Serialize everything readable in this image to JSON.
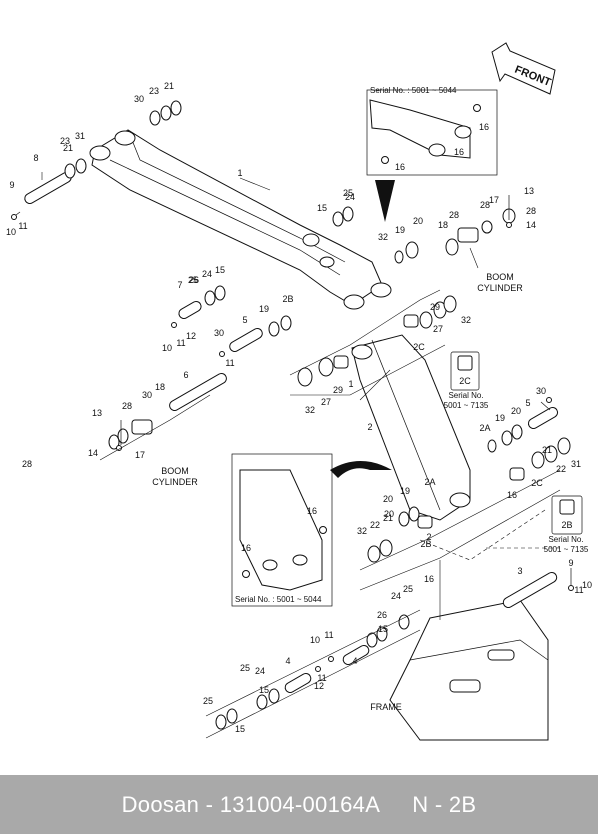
{
  "footer": {
    "brand": "Doosan",
    "sep1": " - ",
    "part_number": "131004-00164A",
    "gap": "     ",
    "page": "N - 2B"
  },
  "direction": {
    "front": "FRONT"
  },
  "callouts": {
    "boom_cylinder_right": [
      "BOOM",
      "CYLINDER"
    ],
    "boom_cylinder_left": [
      "BOOM",
      "CYLINDER"
    ],
    "frame": "FRAME",
    "serial_top": "Serial No. : 5001 ~ 5044",
    "serial_mid": "Serial No. : 5001 ~ 5044",
    "serial_2b": [
      "Serial No.",
      "5001 ~ 7135"
    ],
    "serial_2a": [
      "Serial No.",
      "5001 ~ 7135"
    ]
  },
  "part_labels": [
    "1",
    "2",
    "3",
    "4",
    "4",
    "5",
    "5",
    "6",
    "7",
    "8",
    "9",
    "9",
    "10",
    "10",
    "10",
    "10",
    "11",
    "11",
    "11",
    "11",
    "11",
    "11",
    "12",
    "12",
    "13",
    "13",
    "14",
    "14",
    "15",
    "15",
    "15",
    "15",
    "15",
    "16",
    "16",
    "16",
    "16",
    "16",
    "17",
    "17",
    "18",
    "18",
    "19",
    "19",
    "19",
    "19",
    "20",
    "20",
    "20",
    "20",
    "21",
    "21",
    "21",
    "21",
    "22",
    "22",
    "23",
    "23",
    "24",
    "24",
    "24",
    "24",
    "25",
    "25",
    "25",
    "25",
    "25",
    "26",
    "26",
    "27",
    "27",
    "28",
    "28",
    "28",
    "28",
    "28",
    "29",
    "29",
    "30",
    "30",
    "30",
    "30",
    "31",
    "31",
    "32",
    "32",
    "32",
    "32",
    "2A",
    "2A",
    "2B",
    "2B",
    "2C",
    "2C",
    "1",
    "2",
    "16",
    "16"
  ]
}
